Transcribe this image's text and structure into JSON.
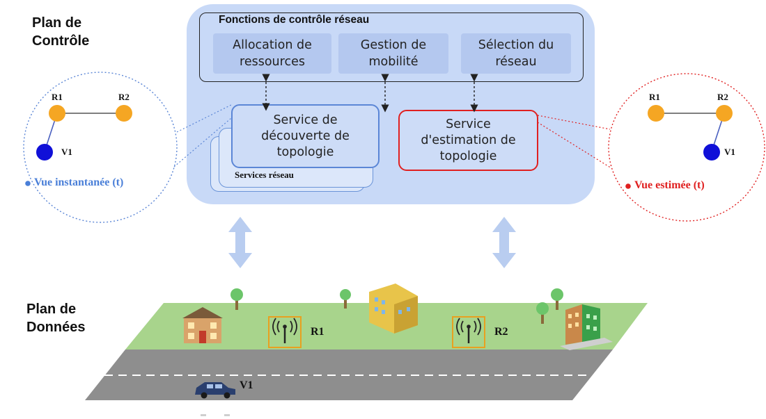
{
  "control_plane": {
    "label_line1": "Plan de",
    "label_line2": "Contrôle",
    "functions_title": "Fonctions de contrôle réseau",
    "functions": [
      {
        "line1": "Allocation de",
        "line2": "ressources"
      },
      {
        "line1": "Gestion de",
        "line2": "mobilité"
      },
      {
        "line1": "Sélection du",
        "line2": "réseau"
      }
    ],
    "discovery_service": {
      "line1": "Service de",
      "line2": "découverte de",
      "line3": "topologie"
    },
    "estimation_service": {
      "line1": "Service",
      "line2": "d'estimation de",
      "line3": "topologie"
    },
    "services_caption": "Services réseau"
  },
  "instant_view": {
    "nodes": {
      "r1": "R1",
      "r2": "R2",
      "v1": "V1"
    },
    "label": "Vue instantanée (t)",
    "color": "#4a7fd8"
  },
  "estimated_view": {
    "nodes": {
      "r1": "R1",
      "r2": "R2",
      "v1": "V1"
    },
    "label": "Vue estimée (t)",
    "color": "#e02020"
  },
  "data_plane": {
    "label_line1": "Plan de",
    "label_line2": "Données",
    "routers": {
      "r1": "R1",
      "r2": "R2"
    },
    "vehicle": "V1"
  },
  "colors": {
    "panel": "#c8d9f7",
    "router_node": "#f5a623",
    "vehicle_node": "#1010d8",
    "grass": "#a8d48c",
    "road": "#8e8e8e",
    "arrow": "#b9cdf0"
  }
}
